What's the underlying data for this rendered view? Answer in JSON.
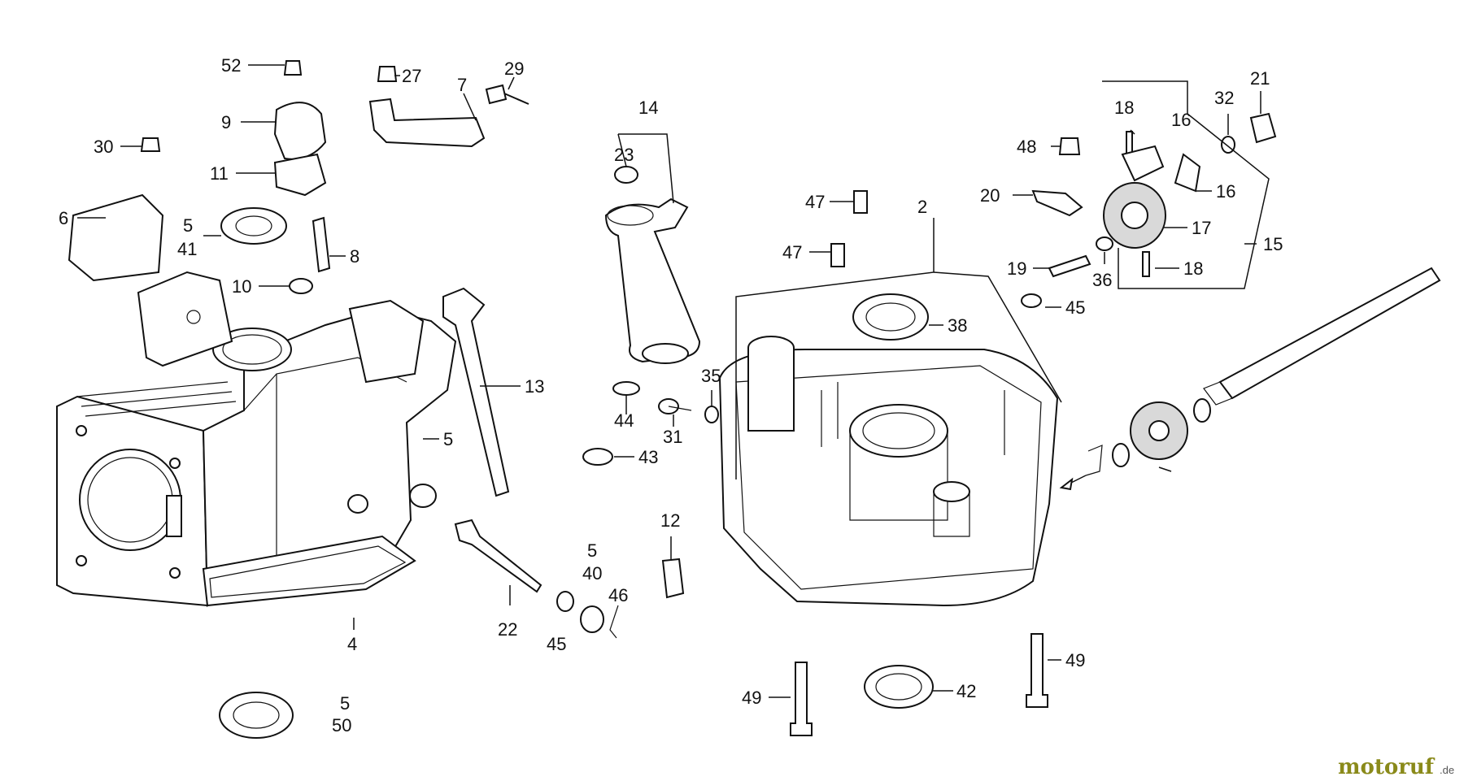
{
  "labels": {
    "p52": "52",
    "p27": "27",
    "p29": "29",
    "p7": "7",
    "p9": "9",
    "p30": "30",
    "p11": "11",
    "p6": "6",
    "p5a": "5",
    "p41": "41",
    "p8": "8",
    "p10": "10",
    "p14": "14",
    "p23": "23",
    "p13": "13",
    "p5b": "5",
    "p44": "44",
    "p43": "43",
    "p35": "35",
    "p31": "31",
    "p12": "12",
    "p22": "22",
    "p5c": "5",
    "p40": "40",
    "p46": "46",
    "p45a": "45",
    "p4": "4",
    "p5d": "5",
    "p50": "50",
    "p47a": "47",
    "p47b": "47",
    "p2": "2",
    "p48": "48",
    "p20": "20",
    "p18a": "18",
    "p16a": "16",
    "p16b": "16",
    "p17": "17",
    "p32": "32",
    "p21": "21",
    "p15": "15",
    "p19": "19",
    "p36": "36",
    "p18b": "18",
    "p45b": "45",
    "p38": "38",
    "p49a": "49",
    "p49b": "49",
    "p42": "42"
  },
  "watermark": {
    "brand": "motoruf",
    "tld": ".de"
  }
}
